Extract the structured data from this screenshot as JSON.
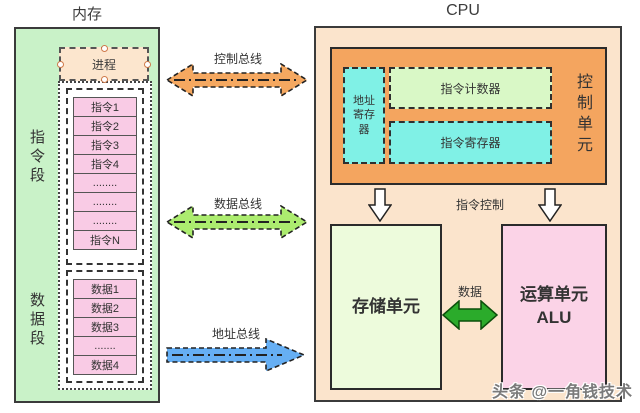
{
  "titles": {
    "memory": "内存",
    "cpu": "CPU"
  },
  "memory": {
    "process_label": "进程",
    "instruction_segment_label": "指令段",
    "data_segment_label": "数据段",
    "instruction_rows": [
      "指令1",
      "指令2",
      "指令3",
      "指令4",
      "........",
      "........",
      "........",
      "指令N"
    ],
    "data_rows": [
      "数据1",
      "数据2",
      "数据3",
      ".......",
      "数据4"
    ]
  },
  "buses": {
    "control": {
      "label": "控制总线",
      "color": "#F5A860"
    },
    "data": {
      "label": "数据总线",
      "color": "#ACEC6F"
    },
    "address": {
      "label": "地址总线",
      "color": "#66AFF4"
    }
  },
  "cpu": {
    "control_unit_label": "控制单元",
    "address_register": "地址\n寄存\n器",
    "instruction_counter": "指令计数器",
    "instruction_register": "指令寄存器",
    "instruction_control_label": "指令控制",
    "storage_unit": "存储单元",
    "alu_line1": "运算单元",
    "alu_line2": "ALU",
    "data_arrow_label": "数据"
  },
  "watermark": "头条 @一角钱技术",
  "colors": {
    "memory_green": "#C9F2C8",
    "process_peach": "#FCE6CE",
    "row_pink": "#F9CBE5",
    "cpu_peach": "#FBE4CC",
    "control_orange": "#F4A55F",
    "register_cyan": "#80F1E6",
    "counter_green": "#D9F8C6",
    "storage_green": "#EDFBDC",
    "alu_pink": "#FBD3E7",
    "data_arrow_green": "#2BAB2B",
    "data_arrow_border": "#0B4F0B"
  }
}
